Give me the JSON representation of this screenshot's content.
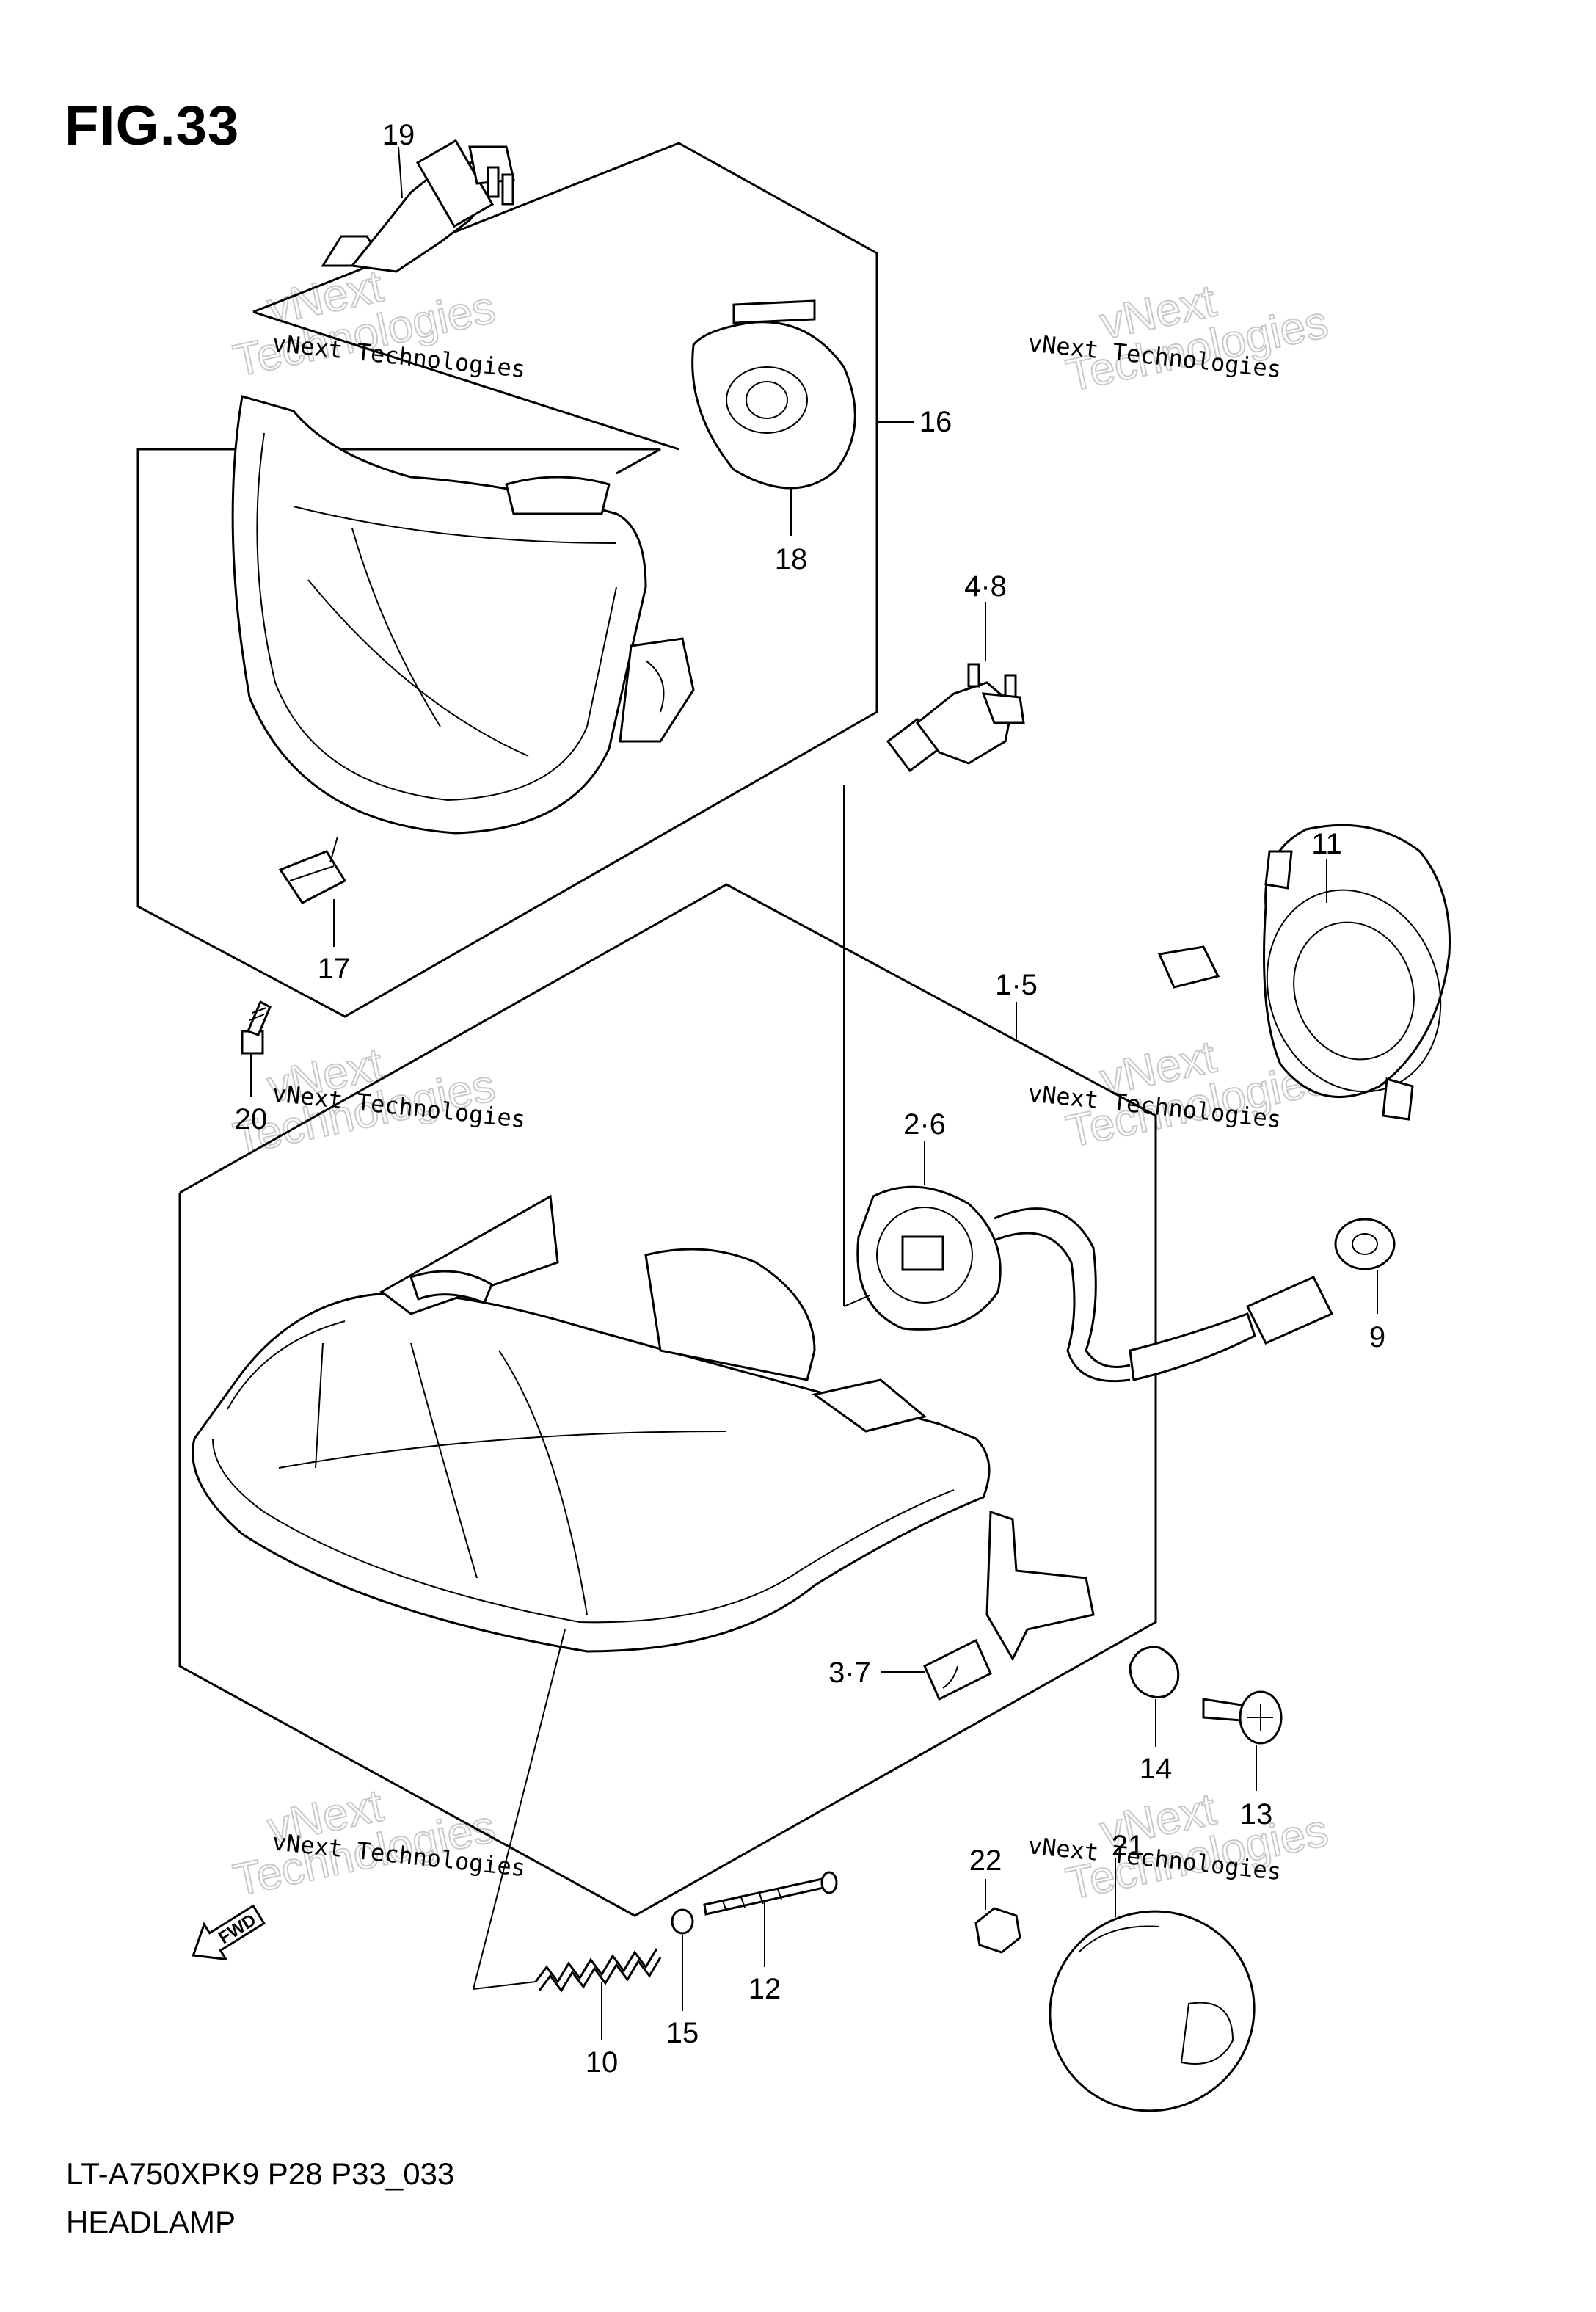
{
  "figure_title": "FIG.33",
  "footer": {
    "code": "LT-A750XPK9 P28 P33_033",
    "name": "HEADLAMP"
  },
  "fwd_label": "FWD",
  "watermark": {
    "small": "vNext Technologies",
    "big_top": "vNext",
    "big_bottom": "Technologies"
  },
  "callouts": {
    "c19": "19",
    "c16": "16",
    "c18": "18",
    "c48": "4·8",
    "c11": "11",
    "c17": "17",
    "c15_top": "1·5",
    "c20": "20",
    "c26": "2·6",
    "c9": "9",
    "c37": "3·7",
    "c14": "14",
    "c13": "13",
    "c22": "22",
    "c21": "21",
    "c12": "12",
    "c10": "10",
    "c15": "15"
  }
}
